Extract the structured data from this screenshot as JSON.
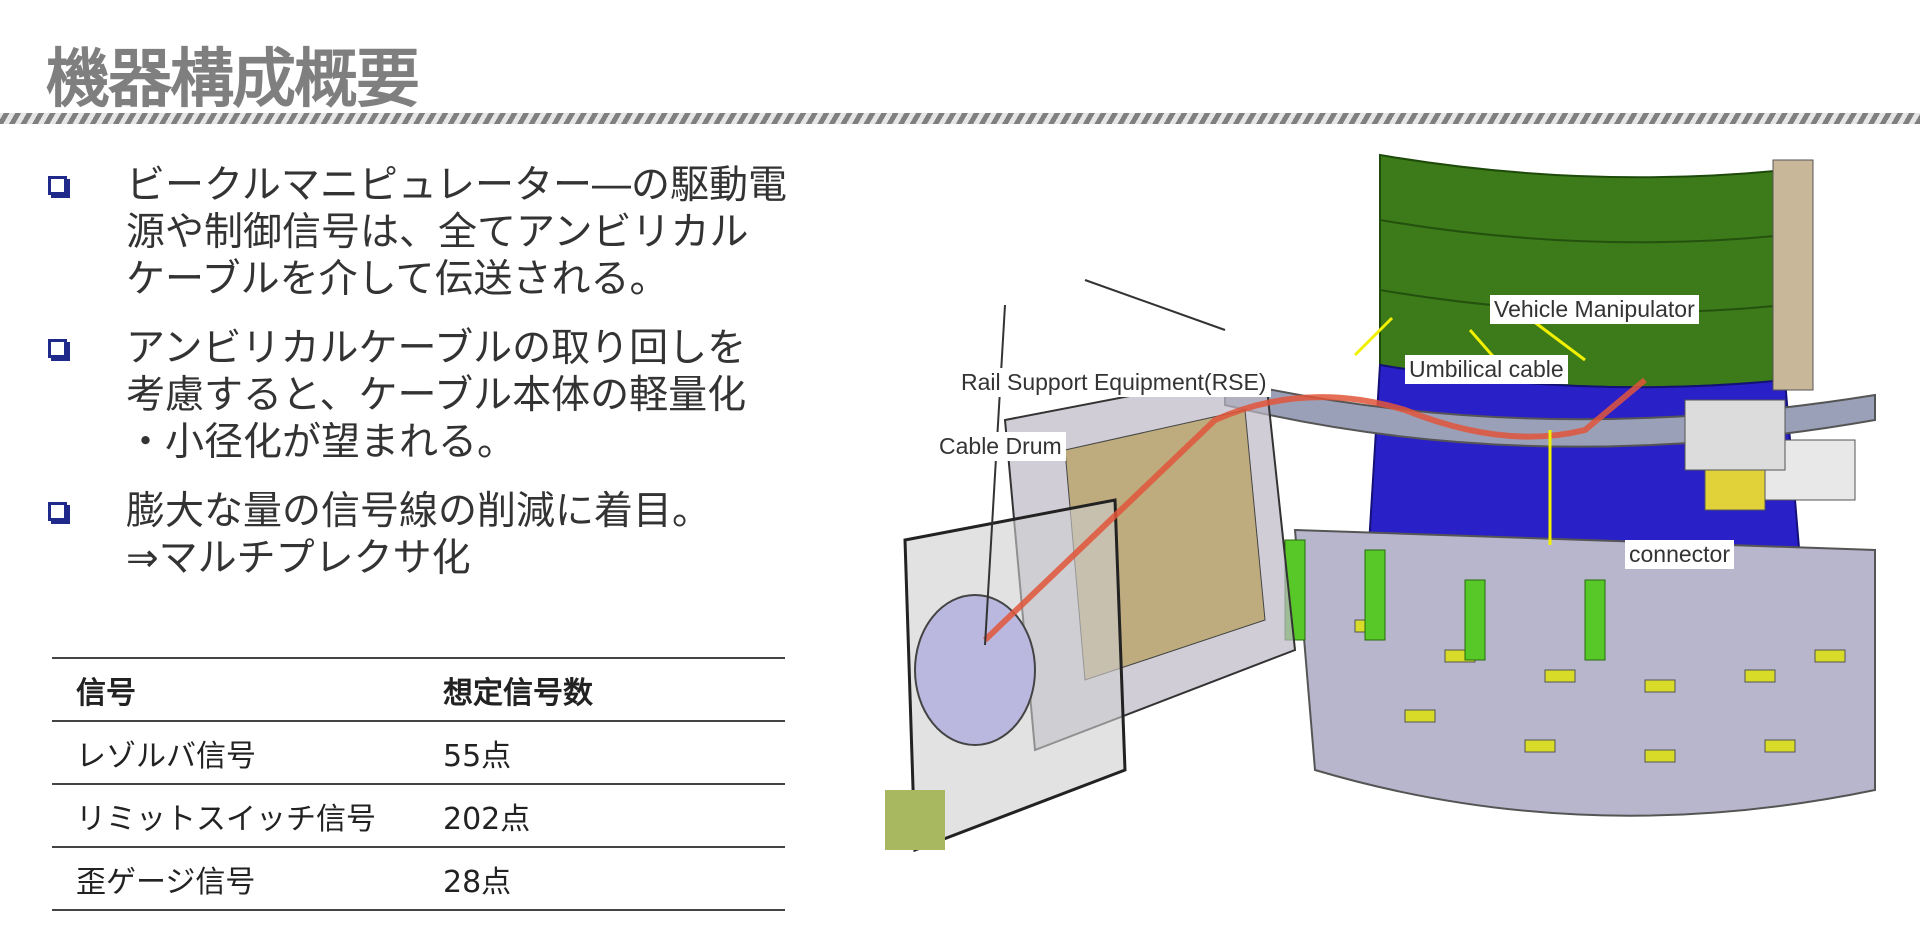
{
  "title": "機器構成概要",
  "bullets": [
    {
      "lines": [
        "ビークルマニピュレーター―の駆動電",
        "源や制御信号は、全てアンビリカル",
        "ケーブルを介して伝送される。"
      ]
    },
    {
      "lines": [
        "アンビリカルケーブルの取り回しを",
        "考慮すると、ケーブル本体の軽量化",
        "・小径化が望まれる。"
      ]
    },
    {
      "lines": [
        "膨大な量の信号線の削減に着目。",
        "⇒マルチプレクサ化"
      ]
    }
  ],
  "table": {
    "headers": [
      "信号",
      "想定信号数"
    ],
    "rows": [
      [
        "レゾルバ信号",
        "55点"
      ],
      [
        "リミットスイッチ信号",
        "202点"
      ],
      [
        "歪ゲージ信号",
        "28点"
      ]
    ]
  },
  "figure": {
    "labels": {
      "vehicle_manipulator": "Vehicle Manipulator",
      "umbilical_cable": "Umbilical cable",
      "rse": "Rail Support Equipment(RSE)",
      "cable_drum": "Cable Drum",
      "connector": "connector"
    }
  }
}
